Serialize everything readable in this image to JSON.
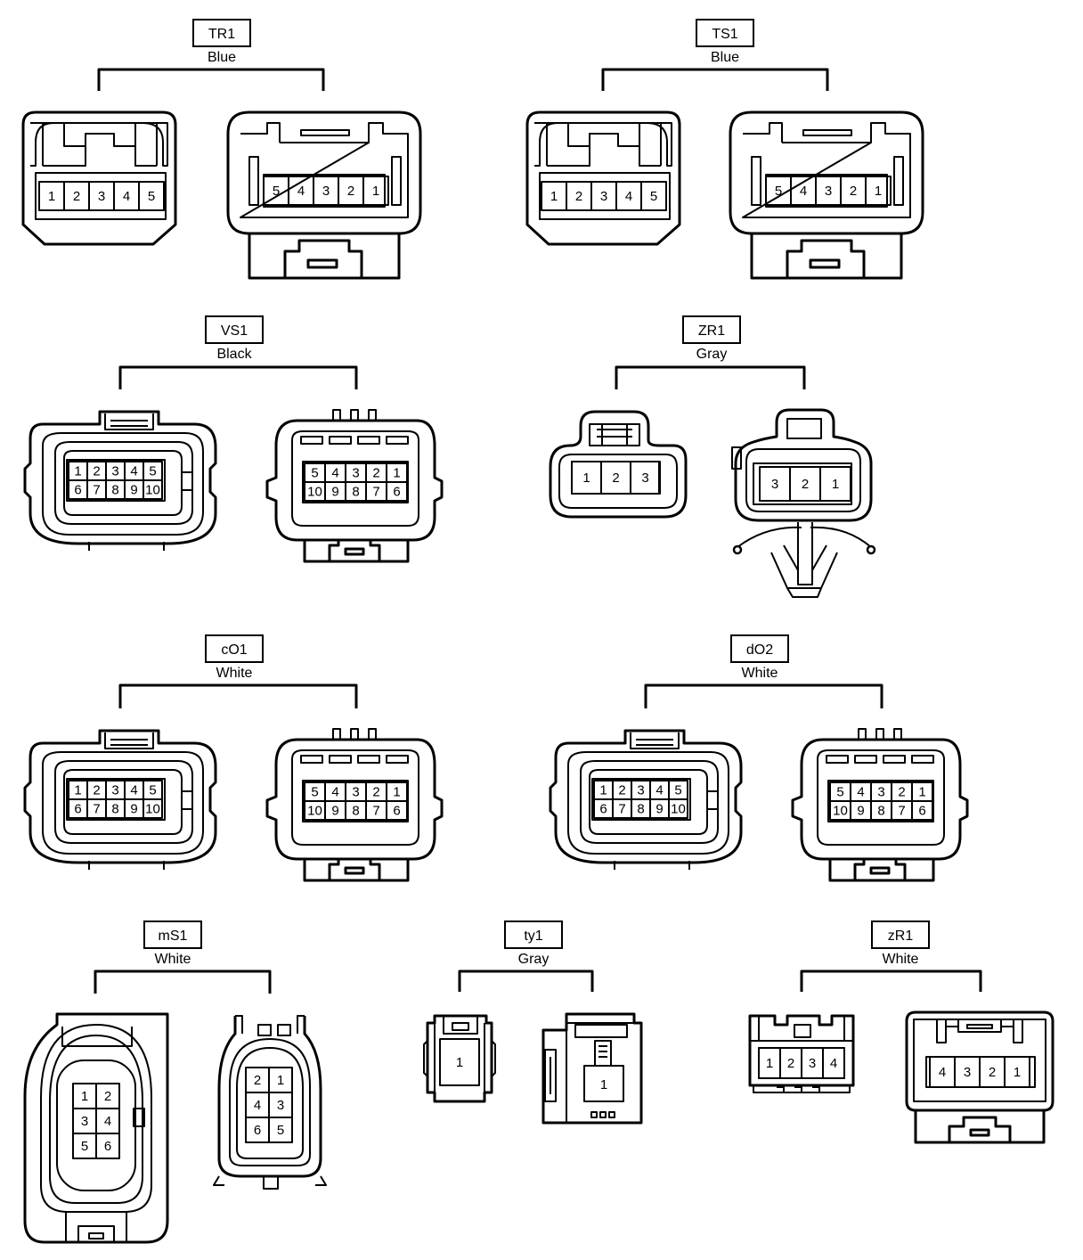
{
  "connectors": [
    {
      "id": "TR1",
      "color": "Blue",
      "left_pins": [
        "1",
        "2",
        "3",
        "4",
        "5"
      ],
      "right_pins": [
        "5",
        "4",
        "3",
        "2",
        "1"
      ]
    },
    {
      "id": "TS1",
      "color": "Blue",
      "left_pins": [
        "1",
        "2",
        "3",
        "4",
        "5"
      ],
      "right_pins": [
        "5",
        "4",
        "3",
        "2",
        "1"
      ]
    },
    {
      "id": "VS1",
      "color": "Black",
      "left_pins": [
        [
          "1",
          "2",
          "3",
          "4",
          "5"
        ],
        [
          "6",
          "7",
          "8",
          "9",
          "10"
        ]
      ],
      "right_pins": [
        [
          "5",
          "4",
          "3",
          "2",
          "1"
        ],
        [
          "10",
          "9",
          "8",
          "7",
          "6"
        ]
      ]
    },
    {
      "id": "ZR1",
      "color": "Gray",
      "left_pins": [
        "1",
        "2",
        "3"
      ],
      "right_pins": [
        "3",
        "2",
        "1"
      ]
    },
    {
      "id": "cO1",
      "color": "White",
      "left_pins": [
        [
          "1",
          "2",
          "3",
          "4",
          "5"
        ],
        [
          "6",
          "7",
          "8",
          "9",
          "10"
        ]
      ],
      "right_pins": [
        [
          "5",
          "4",
          "3",
          "2",
          "1"
        ],
        [
          "10",
          "9",
          "8",
          "7",
          "6"
        ]
      ]
    },
    {
      "id": "dO2",
      "color": "White",
      "left_pins": [
        [
          "1",
          "2",
          "3",
          "4",
          "5"
        ],
        [
          "6",
          "7",
          "8",
          "9",
          "10"
        ]
      ],
      "right_pins": [
        [
          "5",
          "4",
          "3",
          "2",
          "1"
        ],
        [
          "10",
          "9",
          "8",
          "7",
          "6"
        ]
      ]
    },
    {
      "id": "mS1",
      "color": "White",
      "left_pins": [
        [
          "1",
          "2"
        ],
        [
          "3",
          "4"
        ],
        [
          "5",
          "6"
        ]
      ],
      "right_pins": [
        [
          "2",
          "1"
        ],
        [
          "4",
          "3"
        ],
        [
          "6",
          "5"
        ]
      ]
    },
    {
      "id": "ty1",
      "color": "Gray",
      "left_pins": [
        "1"
      ],
      "right_pins": [
        "1"
      ]
    },
    {
      "id": "zR1",
      "color": "White",
      "left_pins": [
        "1",
        "2",
        "3",
        "4"
      ],
      "right_pins": [
        "4",
        "3",
        "2",
        "1"
      ]
    }
  ]
}
